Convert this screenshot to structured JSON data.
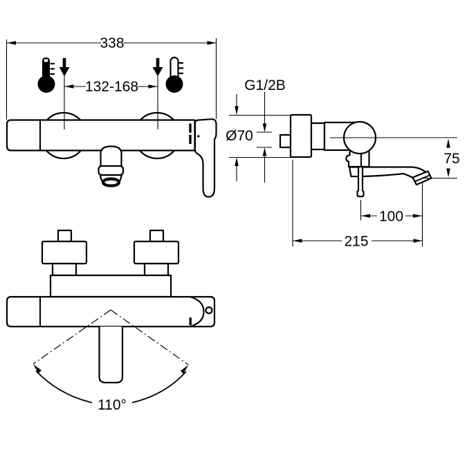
{
  "drawing": {
    "colors": {
      "line": "#000000",
      "background": "#ffffff"
    },
    "dimensions": {
      "overall_width": "338",
      "connection_centers_range": "132-168",
      "thread_size": "G1/2B",
      "escutcheon_diameter": "Ø70",
      "outlet_height": "75",
      "handle_to_outlet": "100",
      "spout_reach": "215",
      "swivel_angle": "110°"
    },
    "icons": {
      "hot": "hot-water-thermometer-icon",
      "cold": "cold-water-thermometer-icon",
      "flow_left": "flow-direction-down-icon",
      "flow_right": "flow-direction-down-icon"
    }
  }
}
